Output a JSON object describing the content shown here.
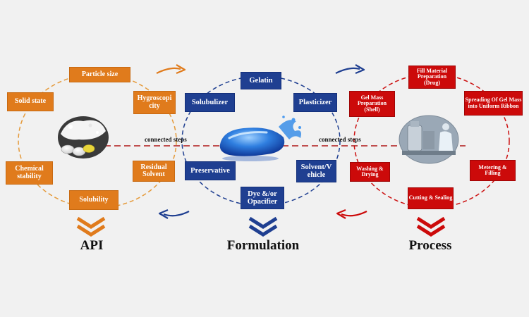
{
  "api": {
    "title": "API",
    "boxes": {
      "particle_size": "Particle size",
      "solid_state": "Solid state",
      "hygroscopicity": "Hygroscopi city",
      "chemical_stability": "Chemical stability",
      "residual_solvent": "Residual Solvent",
      "solubility": "Solubility"
    }
  },
  "formulation": {
    "title": "Formulation",
    "boxes": {
      "gelatin": "Gelatin",
      "solubulizer": "Solubulizer",
      "plasticizer": "Plasticizer",
      "preservative": "Preservative",
      "solvent_vehicle": "Solvent/V ehicle",
      "dye_opacifier": "Dye &/or Opacifier"
    }
  },
  "process": {
    "title": "Process",
    "boxes": {
      "fill_material": "Fill Material Preparation (Drug)",
      "gel_mass": "Gel Mass Preparation (Shell)",
      "spreading": "Spreading Of Gel Mass into Uniform Ribbon",
      "washing_drying": "Washing & Drying",
      "metering_filling": "Metering & Filling",
      "cutting_sealing": "Cutting & Sealing"
    }
  },
  "connectors": {
    "left": "connected steps",
    "right": "connected steps"
  },
  "colors": {
    "api": "#e07b1c",
    "formulation": "#1f3f91",
    "process": "#cc0a0a",
    "connector": "#b01818"
  },
  "icons": {
    "api_image": "white-powder-and-tablets-image",
    "formulation_image": "blue-softgel-capsule-image",
    "process_image": "pharmaceutical-manufacturing-lab-image"
  }
}
